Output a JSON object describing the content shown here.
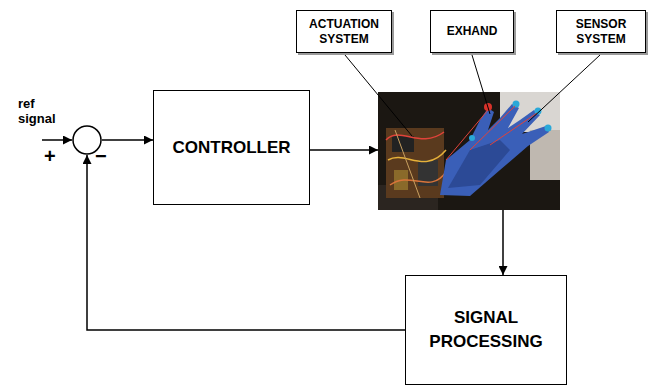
{
  "diagram": {
    "nodes": [
      {
        "text": [
          "ACTUATION SYSTEM"
        ]
      },
      {
        "text": [
          "EXHAND"
        ]
      },
      {
        "text": [
          "SENSOR SYSTEM"
        ]
      },
      {
        "text": [
          "+",
          "−"
        ]
      },
      {
        "text": [
          "CONTROLLER"
        ]
      },
      {
        "text": [
          "SIGNAL PROCESSING"
        ]
      }
    ],
    "edges": [
      {
        "from": 3,
        "to": 4,
        "arrow": "to"
      },
      {
        "from": 5,
        "to": 3,
        "arrow": "to"
      }
    ],
    "labels": [
      "ref signal"
    ]
  }
}
